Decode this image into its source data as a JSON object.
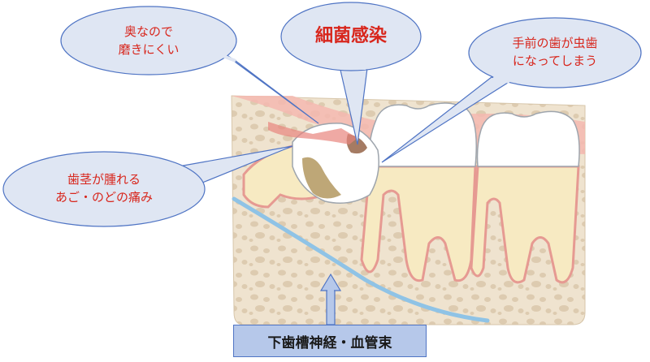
{
  "callouts": {
    "hard_to_brush": [
      "奥なので",
      "磨きにくい"
    ],
    "infection": "細菌感染",
    "adjacent_decay": [
      "手前の歯が虫歯",
      "になってしまう"
    ],
    "swelling": [
      "歯茎が腫れる",
      "あご・のどの痛み"
    ]
  },
  "nerve_label": "下歯槽神経・血管束",
  "colors": {
    "callout_fill": "#dfe6f3",
    "callout_stroke": "#4f74c4",
    "callout_text": "#d8261c",
    "bone": "#efe3cf",
    "gum": "#f1a8a0",
    "tooth_root": "#f7eac2",
    "nerve_line": "#8fc3e6",
    "label_box": "#b6c8ea"
  }
}
